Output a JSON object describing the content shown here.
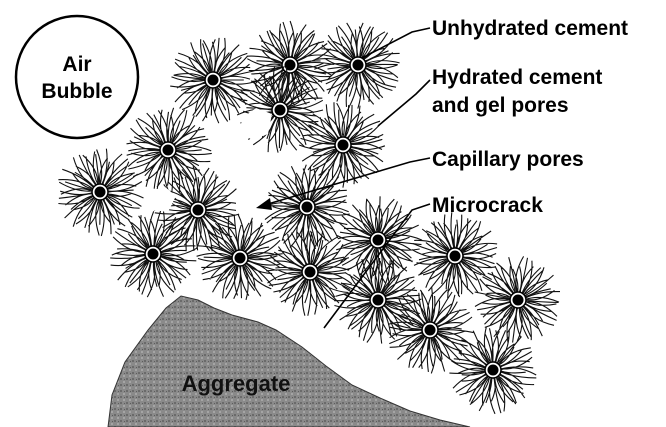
{
  "diagram": {
    "air_bubble": {
      "line1": "Air",
      "line2": "Bubble"
    },
    "labels": {
      "unhydrated": "Unhydrated cement",
      "hydrated_line1": "Hydrated cement",
      "hydrated_line2": "and gel pores",
      "capillary": "Capillary pores",
      "microcrack": "Microcrack"
    },
    "aggregate": "Aggregate"
  }
}
